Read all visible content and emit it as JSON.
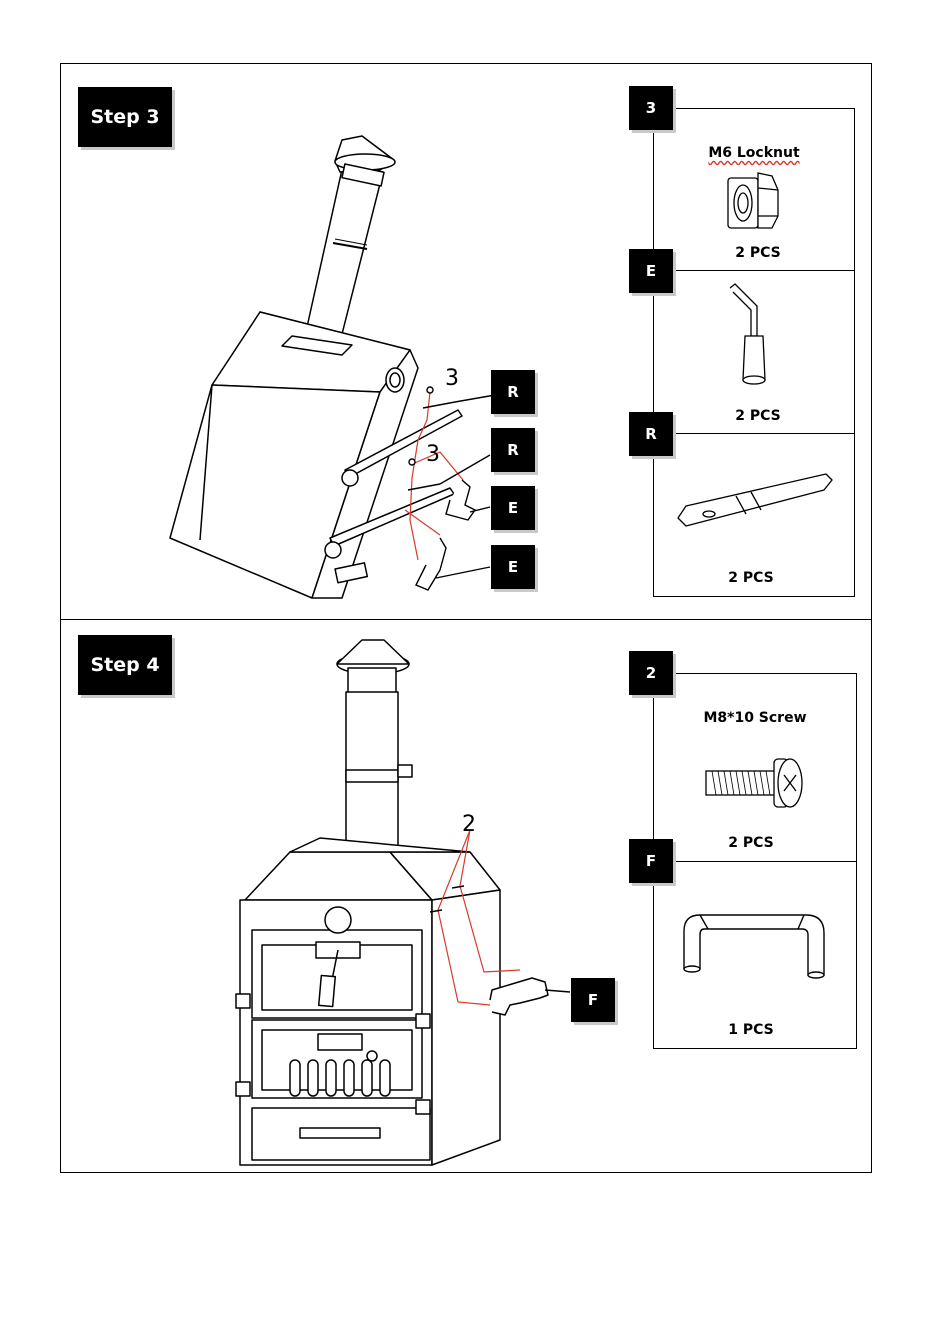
{
  "step3": {
    "title": "Step 3",
    "callout_number": "3",
    "callout_number_2": "3",
    "diagram_tags": [
      "R",
      "R",
      "E",
      "E"
    ],
    "parts": [
      {
        "tag": "3",
        "name": "M6 Locknut",
        "qty": "2 PCS"
      },
      {
        "tag": "E",
        "name": "",
        "qty": "2 PCS"
      },
      {
        "tag": "R",
        "name": "",
        "qty": "2 PCS"
      }
    ]
  },
  "step4": {
    "title": "Step 4",
    "callout_number": "2",
    "diagram_tag": "F",
    "parts": [
      {
        "tag": "2",
        "name": "M8*10 Screw",
        "qty": "2 PCS"
      },
      {
        "tag": "F",
        "name": "",
        "qty": "1 PCS"
      }
    ]
  },
  "colors": {
    "accent_lines": "#d63a2a",
    "label_bg": "#000000",
    "shadow": "#c9c9c9"
  }
}
